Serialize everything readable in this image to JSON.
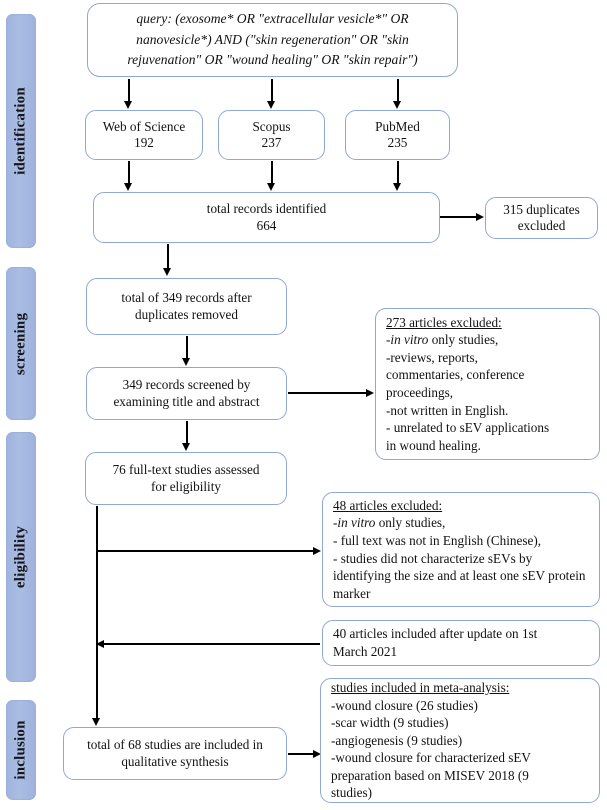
{
  "diagram": {
    "type": "prisma-flow-diagram",
    "colors": {
      "phase_bar": "#a3b6e0",
      "box_border": "#8fa8d6",
      "box_fill": "#ffffff",
      "connector": "#000000",
      "text": "#111111"
    },
    "phases": [
      {
        "id": "identification",
        "label": "identification"
      },
      {
        "id": "screening",
        "label": "screening"
      },
      {
        "id": "eligibility",
        "label": "eligibility"
      },
      {
        "id": "inclusion",
        "label": "inclusion"
      }
    ],
    "boxes": {
      "query": {
        "line1": "query: (exosome* OR \"extracellular vesicle*\" OR",
        "line2": "nanovesicle*) AND (\"skin regeneration\" OR \"skin",
        "line3": "rejuvenation\" OR \"wound healing\" OR \"skin repair\")"
      },
      "web_of_science": {
        "name": "Web of Science",
        "count": "192"
      },
      "scopus": {
        "name": "Scopus",
        "count": "237"
      },
      "pubmed": {
        "name": "PubMed",
        "count": "235"
      },
      "total_records": {
        "line1": "total records identified",
        "line2": "664"
      },
      "duplicates_excluded": {
        "line1": "315 duplicates",
        "line2": "excluded"
      },
      "after_duplicates": {
        "line1": "total of 349 records after",
        "line2": "duplicates removed"
      },
      "records_screened": {
        "line1": "349 records screened by",
        "line2": "examining title and abstract"
      },
      "excluded_273": {
        "heading": "273 articles excluded:",
        "items": [
          {
            "prefix": "-",
            "italic": "in vitro",
            "rest": " only studies,"
          },
          {
            "prefix": "",
            "italic": "",
            "rest": "-reviews, reports,"
          },
          {
            "prefix": "",
            "italic": "",
            "rest": "commentaries, conference"
          },
          {
            "prefix": "",
            "italic": "",
            "rest": "proceedings,"
          },
          {
            "prefix": "",
            "italic": "",
            "rest": "-not written in English."
          },
          {
            "prefix": "",
            "italic": "",
            "rest": "- unrelated to sEV applications"
          },
          {
            "prefix": "",
            "italic": "",
            "rest": "in  wound healing."
          }
        ]
      },
      "full_text_assessed": {
        "line1": "76 full-text studies assessed",
        "line2": "for eligibility"
      },
      "excluded_48": {
        "heading": "48 articles excluded:",
        "line_invitro_prefix": "-",
        "line_invitro_italic": "in vitro",
        "line_invitro_rest": " only studies,",
        "line2": "- full text was not in English (Chinese),",
        "line3": "- studies did not characterize sEVs by identifying the size and at least one sEV protein marker"
      },
      "update_40": {
        "line1": "40 articles included after update on 1st",
        "line2": "March 2021"
      },
      "total_68": {
        "line1": "total of 68 studies are included in",
        "line2": "qualitative synthesis"
      },
      "meta_analysis": {
        "heading": "studies included in meta-analysis:",
        "items": [
          "-wound closure (26 studies)",
          "-scar width (9 studies)",
          "-angiogenesis (9 studies)",
          "-wound closure for characterized sEV",
          "preparation based on MISEV 2018 (9",
          "studies)"
        ]
      }
    }
  }
}
